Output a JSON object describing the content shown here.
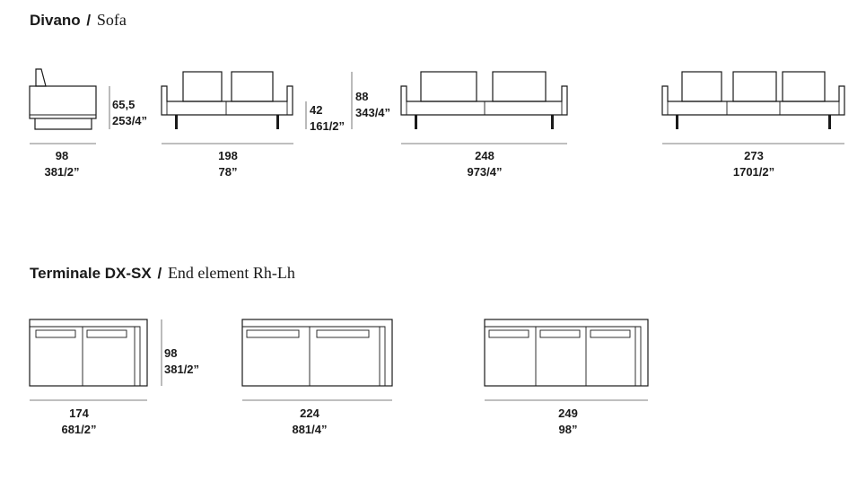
{
  "sections": {
    "sofa": {
      "title_it": "Divano",
      "separator": "/",
      "title_en": "Sofa"
    },
    "end_element": {
      "title_it": "Terminale DX-SX",
      "separator": "/",
      "title_en": "End element Rh-Lh"
    }
  },
  "sofa_side": {
    "width_cm": "98",
    "width_in": "381/2”",
    "height_cm": "65,5",
    "height_in": "253/4”"
  },
  "sofa_198": {
    "width_cm": "198",
    "width_in": "78”",
    "seat_cm": "42",
    "seat_in": "161/2”"
  },
  "sofa_248": {
    "width_cm": "248",
    "width_in": "973/4”",
    "height_cm": "88",
    "height_in": "343/4”"
  },
  "sofa_273": {
    "width_cm": "273",
    "width_in": "1701/2”"
  },
  "end_174": {
    "width_cm": "174",
    "width_in": "681/2”",
    "depth_cm": "98",
    "depth_in": "381/2”"
  },
  "end_224": {
    "width_cm": "224",
    "width_in": "881/4”"
  },
  "end_249": {
    "width_cm": "249",
    "width_in": "98”"
  }
}
